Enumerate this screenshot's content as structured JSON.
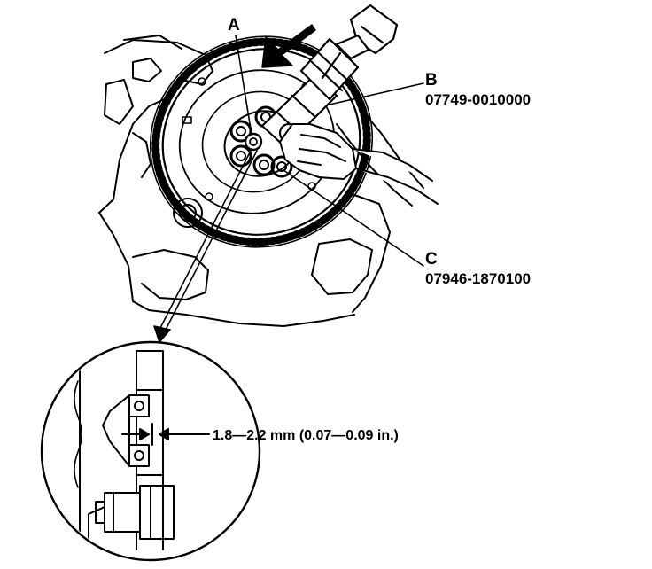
{
  "callouts": {
    "a": {
      "letter": "A"
    },
    "b": {
      "letter": "B",
      "part_number": "07749-0010000"
    },
    "c": {
      "letter": "C",
      "part_number": "07946-1870100"
    }
  },
  "detail": {
    "dimension": "1.8—2.2 mm (0.07—0.09 in.)"
  },
  "icons": {
    "direction_arrow": "bold-arrow-icon",
    "hammer": "hammer-icon"
  },
  "colors": {
    "ink": "#000000",
    "paper": "#ffffff"
  }
}
